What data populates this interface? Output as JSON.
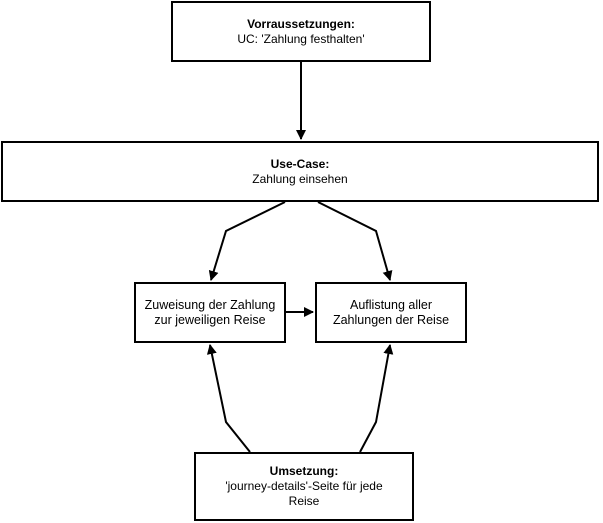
{
  "nodes": {
    "prerequisites": {
      "title": "Vorraussetzungen:",
      "body": "UC: 'Zahlung festhalten'"
    },
    "use_case": {
      "title": "Use-Case:",
      "body": "Zahlung einsehen"
    },
    "assignment": {
      "line1": "Zuweisung der Zahlung",
      "line2": "zur jeweiligen Reise"
    },
    "listing": {
      "line1": "Auflistung aller",
      "line2": "Zahlungen der Reise"
    },
    "implementation": {
      "title": "Umsetzung:",
      "line1": "'journey-details'-Seite für jede",
      "line2": "Reise"
    }
  },
  "connectors": [
    {
      "from": "prerequisites",
      "to": "use_case"
    },
    {
      "from": "use_case",
      "to": "assignment"
    },
    {
      "from": "use_case",
      "to": "listing"
    },
    {
      "from": "assignment",
      "to": "listing"
    },
    {
      "from": "implementation",
      "to": "assignment"
    },
    {
      "from": "implementation",
      "to": "listing"
    }
  ],
  "colors": {
    "stroke": "#000000",
    "fill": "#ffffff"
  }
}
